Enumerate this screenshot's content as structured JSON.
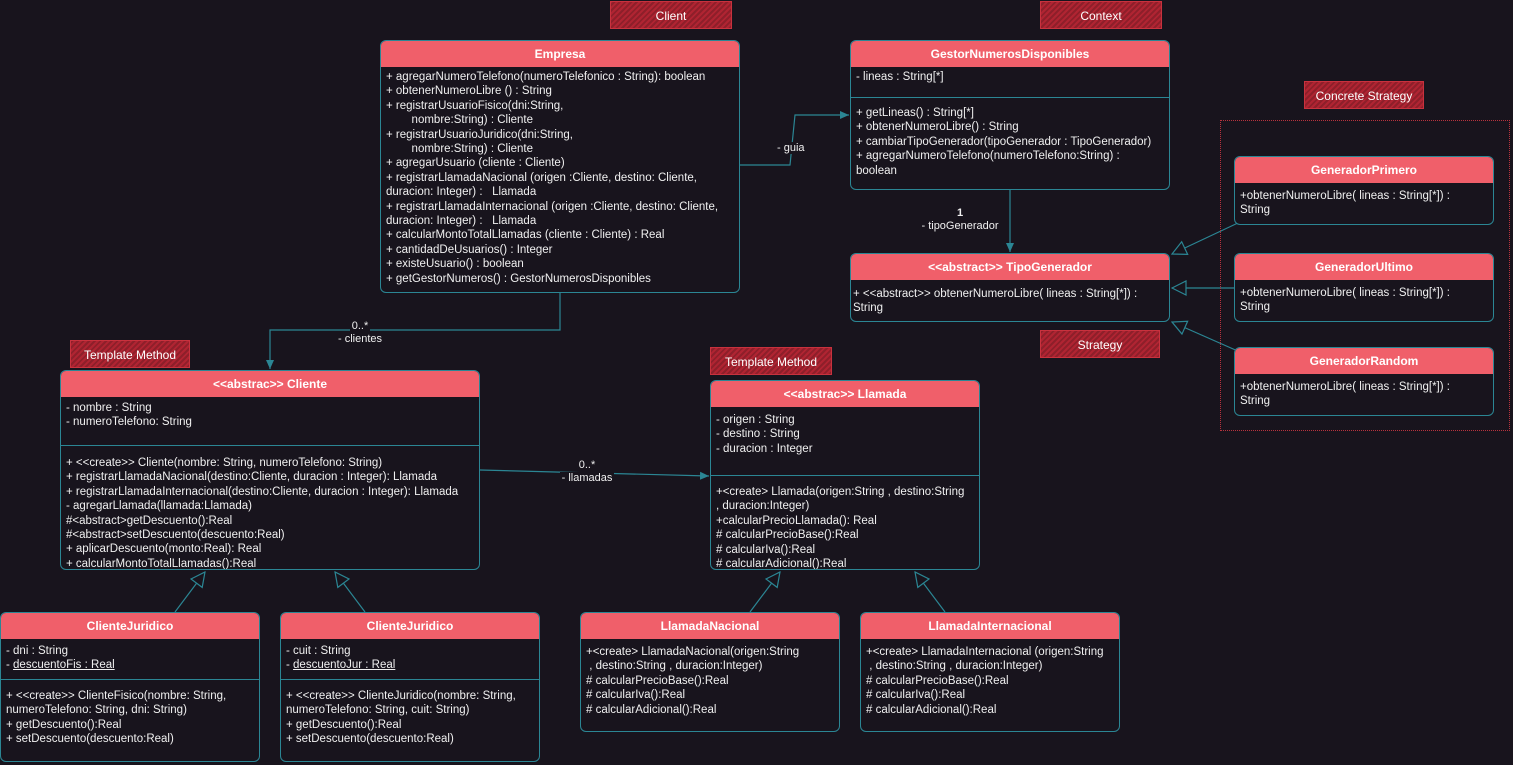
{
  "tags": {
    "client": "Client",
    "context": "Context",
    "concrete_strategy": "Concrete Strategy",
    "strategy": "Strategy",
    "template_method_cliente": "Template Method",
    "template_method_llamada": "Template Method"
  },
  "classes": {
    "empresa": {
      "name": "Empresa",
      "methods": [
        "+ agregarNumeroTelefono(numeroTelefonico : String): boolean",
        "+ obtenerNumeroLibre () : String",
        "+ registrarUsuarioFisico(dni:String,",
        "        nombre:String) : Cliente",
        "+ registrarUsuarioJuridico(dni:String,",
        "        nombre:String) : Cliente",
        "+ agregarUsuario (cliente : Cliente)",
        "+ registrarLlamadaNacional (origen :Cliente, destino: Cliente,",
        "duracion: Integer) :   Llamada",
        "+ registrarLlamadaInternacional (origen :Cliente, destino: Cliente,",
        "duracion: Integer) :   Llamada",
        "+ calcularMontoTotalLlamadas (cliente : Cliente) : Real",
        "+ cantidadDeUsuarios() : Integer",
        "+ existeUsuario() : boolean",
        "+ getGestorNumeros() : GestorNumerosDisponibles"
      ]
    },
    "gestor": {
      "name": "GestorNumerosDisponibles",
      "attributes": [
        "- lineas : String[*]"
      ],
      "methods": [
        "+ getLineas() : String[*]",
        "+ obtenerNumeroLibre() : String",
        "+ cambiarTipoGenerador(tipoGenerador : TipoGenerador)",
        "+ agregarNumeroTelefono(numeroTelefono:String) :",
        "boolean"
      ]
    },
    "tipo_generador": {
      "name": "<<abstract>> TipoGenerador",
      "methods": [
        "+ <<abstract>> obtenerNumeroLibre( lineas : String[*]) :",
        "String"
      ]
    },
    "generador_primero": {
      "name": "GeneradorPrimero",
      "methods": [
        "+obtenerNumeroLibre( lineas : String[*]) :",
        "String"
      ]
    },
    "generador_ultimo": {
      "name": "GeneradorUltimo",
      "methods": [
        "+obtenerNumeroLibre( lineas : String[*]) :",
        "String"
      ]
    },
    "generador_random": {
      "name": "GeneradorRandom",
      "methods": [
        "+obtenerNumeroLibre( lineas : String[*]) :",
        "String"
      ]
    },
    "cliente": {
      "name": "<<abstrac>> Cliente",
      "attributes": [
        "- nombre : String",
        "- numeroTelefono: String"
      ],
      "methods": [
        "+ <<create>> Cliente(nombre: String, numeroTelefono: String)",
        "+ registrarLlamadaNacional(destino:Cliente, duracion : Integer): Llamada",
        "+ registrarLlamadaInternacional(destino:Cliente, duracion : Integer): Llamada",
        "- agregarLlamada(llamada:Llamada)",
        "#<abstract>getDescuento():Real",
        "#<abstract>setDescuento(descuento:Real)",
        "+ aplicarDescuento(monto:Real): Real",
        "+ calcularMontoTotalLlamadas():Real"
      ]
    },
    "llamada": {
      "name": "<<abstrac>> Llamada",
      "attributes": [
        "- origen : String",
        "- destino : String",
        "- duracion : Integer"
      ],
      "methods": [
        "+<create> Llamada(origen:String , destino:String",
        ", duracion:Integer)",
        "+calcularPrecioLlamada(): Real",
        "# calcularPrecioBase():Real",
        "# calcularIva():Real",
        "# calcularAdicional():Real"
      ]
    },
    "cliente_fisico": {
      "name": "ClienteJuridico",
      "attributes": [
        "- dni : String",
        "- descuentoFis : Real"
      ],
      "methods": [
        "+ <<create>> ClienteFisico(nombre: String,",
        "numeroTelefono: String, dni: String)",
        "+ getDescuento():Real",
        "+ setDescuento(descuento:Real)"
      ]
    },
    "cliente_juridico": {
      "name": "ClienteJuridico",
      "attributes": [
        "- cuit : String",
        "- descuentoJur : Real"
      ],
      "methods": [
        "+ <<create>> ClienteJuridico(nombre: String,",
        "numeroTelefono: String, cuit: String)",
        "+ getDescuento():Real",
        "+ setDescuento(descuento:Real)"
      ]
    },
    "llamada_nacional": {
      "name": "LlamadaNacional",
      "methods": [
        "+<create> LlamadaNacional(origen:String",
        " , destino:String , duracion:Integer)",
        "# calcularPrecioBase():Real",
        "# calcularIva():Real",
        "# calcularAdicional():Real"
      ]
    },
    "llamada_internacional": {
      "name": "LlamadaInternacional",
      "methods": [
        "+<create> LlamadaInternacional (origen:String",
        " , destino:String , duracion:Integer)",
        "# calcularPrecioBase():Real",
        "# calcularIva():Real",
        "# calcularAdicional():Real"
      ]
    }
  },
  "edges": {
    "guia": "- guia",
    "tipo_mult": "1",
    "tipo_role": "- tipoGenerador",
    "clientes_mult": "0..*",
    "clientes_role": "- clientes",
    "llamadas_mult": "0..*",
    "llamadas_role": "- llamadas"
  }
}
